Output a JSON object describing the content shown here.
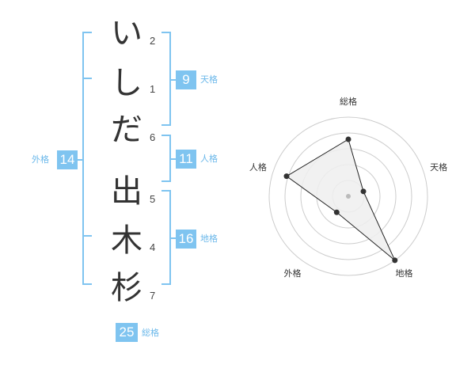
{
  "name": {
    "chars": [
      {
        "char": "い",
        "strokes": "2"
      },
      {
        "char": "し",
        "strokes": "1"
      },
      {
        "char": "だ",
        "strokes": "6"
      },
      {
        "char": "出",
        "strokes": "5"
      },
      {
        "char": "木",
        "strokes": "4"
      },
      {
        "char": "杉",
        "strokes": "7"
      }
    ]
  },
  "fortune": {
    "tenkaku": {
      "value": "9",
      "label": "天格"
    },
    "jinkaku": {
      "value": "11",
      "label": "人格"
    },
    "chikaku": {
      "value": "16",
      "label": "地格"
    },
    "gaikaku": {
      "value": "14",
      "label": "外格"
    },
    "soukaku": {
      "value": "25",
      "label": "総格"
    }
  },
  "radar": {
    "axes": [
      "総格",
      "天格",
      "地格",
      "外格",
      "人格"
    ],
    "values": [
      0.72,
      0.2,
      1.0,
      0.25,
      0.82
    ],
    "rings": 5,
    "colors": {
      "ring": "#cccccc",
      "fill": "#eeeeee",
      "line": "#222222",
      "point": "#333333",
      "center": "#bbbbbb"
    }
  }
}
